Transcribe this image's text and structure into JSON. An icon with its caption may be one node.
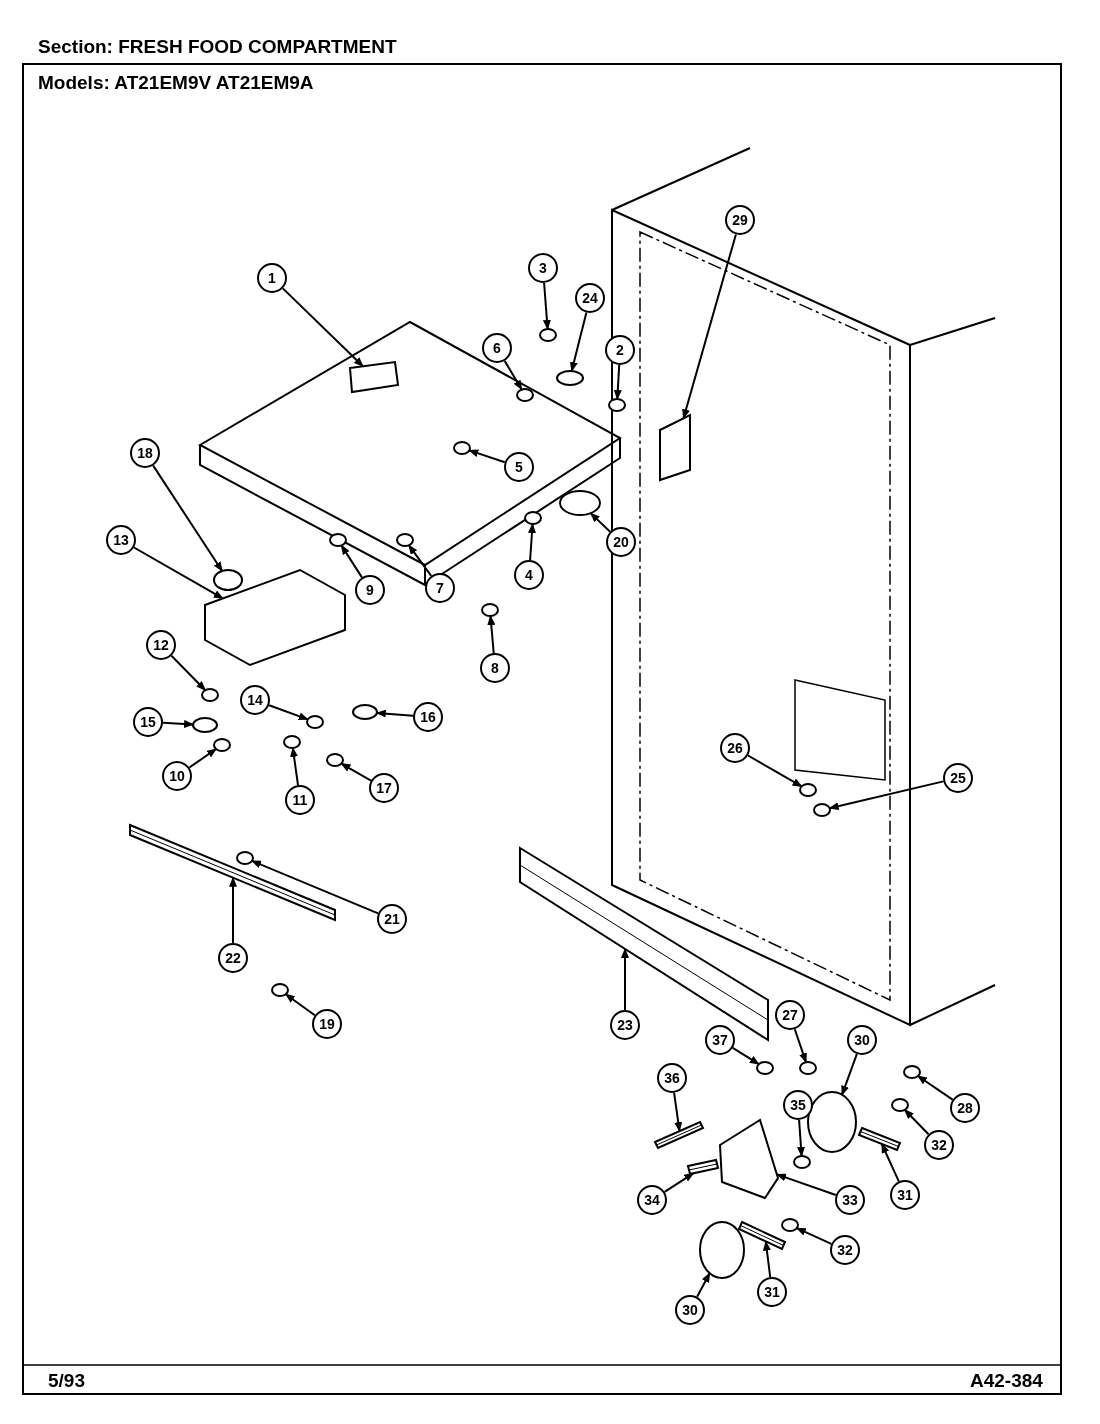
{
  "diagram": {
    "title": "Section: FRESH FOOD COMPARTMENT",
    "nodes": [
      {
        "text": [
          "1"
        ]
      },
      {
        "text": [
          "3"
        ]
      },
      {
        "text": [
          "29"
        ]
      },
      {
        "text": [
          "24"
        ]
      },
      {
        "text": [
          "6"
        ]
      },
      {
        "text": [
          "2"
        ]
      },
      {
        "text": [
          "18"
        ]
      },
      {
        "text": [
          "5"
        ]
      },
      {
        "text": [
          "13"
        ]
      },
      {
        "text": [
          "20"
        ]
      },
      {
        "text": [
          "4"
        ]
      },
      {
        "text": [
          "9"
        ]
      },
      {
        "text": [
          "7"
        ]
      },
      {
        "text": [
          "12"
        ]
      },
      {
        "text": [
          "8"
        ]
      },
      {
        "text": [
          "14"
        ]
      },
      {
        "text": [
          "16"
        ]
      },
      {
        "text": [
          "15"
        ]
      },
      {
        "text": [
          "26"
        ]
      },
      {
        "text": [
          "10"
        ]
      },
      {
        "text": [
          "11"
        ]
      },
      {
        "text": [
          "17"
        ]
      },
      {
        "text": [
          "25"
        ]
      },
      {
        "text": [
          "21"
        ]
      },
      {
        "text": [
          "22"
        ]
      },
      {
        "text": [
          "27"
        ]
      },
      {
        "text": [
          "19"
        ]
      },
      {
        "text": [
          "23"
        ]
      },
      {
        "text": [
          "30"
        ]
      },
      {
        "text": [
          "37"
        ]
      },
      {
        "text": [
          "36"
        ]
      },
      {
        "text": [
          "35"
        ]
      },
      {
        "text": [
          "28"
        ]
      },
      {
        "text": [
          "32"
        ]
      },
      {
        "text": [
          "31"
        ]
      },
      {
        "text": [
          "33"
        ]
      },
      {
        "text": [
          "34"
        ]
      },
      {
        "text": [
          "32"
        ]
      },
      {
        "text": [
          "31"
        ]
      },
      {
        "text": [
          "30"
        ]
      },
      {
        "text": [],
        "shape": "box"
      },
      {
        "text": [],
        "shape": "circle"
      },
      {
        "text": [],
        "shape": "box"
      },
      {
        "text": [],
        "shape": "circle"
      },
      {
        "text": [],
        "shape": "circle"
      },
      {
        "text": [],
        "shape": "circle"
      },
      {
        "text": [],
        "shape": "circle"
      },
      {
        "text": [],
        "shape": "circle"
      },
      {
        "text": [],
        "shape": "box"
      },
      {
        "text": [],
        "shape": "circle"
      },
      {
        "text": [],
        "shape": "circle"
      },
      {
        "text": [],
        "shape": "circle"
      },
      {
        "text": [],
        "shape": "circle"
      },
      {
        "text": [],
        "shape": "circle"
      },
      {
        "text": [],
        "shape": "circle"
      },
      {
        "text": [],
        "shape": "circle"
      },
      {
        "text": [],
        "shape": "circle"
      },
      {
        "text": [],
        "shape": "circle"
      },
      {
        "text": [],
        "shape": "circle"
      },
      {
        "text": [],
        "shape": "circle"
      },
      {
        "text": [],
        "shape": "circle"
      },
      {
        "text": [],
        "shape": "circle"
      },
      {
        "text": [],
        "shape": "circle"
      },
      {
        "text": [],
        "shape": "circle"
      },
      {
        "text": [],
        "shape": "bar"
      },
      {
        "text": [],
        "shape": "circle"
      },
      {
        "text": [],
        "shape": "circle"
      },
      {
        "text": [],
        "shape": "bar"
      },
      {
        "text": [],
        "shape": "circle"
      },
      {
        "text": [],
        "shape": "circle"
      },
      {
        "text": [],
        "shape": "bar"
      },
      {
        "text": [],
        "shape": "circle"
      },
      {
        "text": [],
        "shape": "circle"
      },
      {
        "text": [],
        "shape": "circle"
      },
      {
        "text": [],
        "shape": "bar"
      },
      {
        "text": [],
        "shape": "box"
      },
      {
        "text": [],
        "shape": "bar"
      },
      {
        "text": [],
        "shape": "circle"
      },
      {
        "text": [],
        "shape": "bar"
      },
      {
        "text": [],
        "shape": "circle"
      }
    ],
    "edges": [
      {
        "from": 0,
        "to": 40,
        "arrow": "to"
      },
      {
        "from": 1,
        "to": 41,
        "arrow": "to"
      },
      {
        "from": 2,
        "to": 42,
        "arrow": "to"
      },
      {
        "from": 3,
        "to": 43,
        "arrow": "to"
      },
      {
        "from": 4,
        "to": 44,
        "arrow": "to"
      },
      {
        "from": 5,
        "to": 45,
        "arrow": "to"
      },
      {
        "from": 6,
        "to": 46,
        "arrow": "to"
      },
      {
        "from": 7,
        "to": 47,
        "arrow": "to"
      },
      {
        "from": 8,
        "to": 48,
        "arrow": "to"
      },
      {
        "from": 9,
        "to": 49,
        "arrow": "to"
      },
      {
        "from": 10,
        "to": 50,
        "arrow": "to"
      },
      {
        "from": 11,
        "to": 51,
        "arrow": "to"
      },
      {
        "from": 12,
        "to": 52,
        "arrow": "to"
      },
      {
        "from": 13,
        "to": 53,
        "arrow": "to"
      },
      {
        "from": 14,
        "to": 54,
        "arrow": "to"
      },
      {
        "from": 15,
        "to": 55,
        "arrow": "to"
      },
      {
        "from": 16,
        "to": 56,
        "arrow": "to"
      },
      {
        "from": 17,
        "to": 57,
        "arrow": "to"
      },
      {
        "from": 18,
        "to": 58,
        "arrow": "to"
      },
      {
        "from": 19,
        "to": 59,
        "arrow": "to"
      },
      {
        "from": 20,
        "to": 60,
        "arrow": "to"
      },
      {
        "from": 21,
        "to": 61,
        "arrow": "to"
      },
      {
        "from": 22,
        "to": 62,
        "arrow": "to"
      },
      {
        "from": 23,
        "to": 63,
        "arrow": "to"
      },
      {
        "from": 24,
        "to": 64,
        "arrow": "to"
      },
      {
        "from": 25,
        "to": 65,
        "arrow": "to"
      },
      {
        "from": 26,
        "to": 66,
        "arrow": "to"
      },
      {
        "from": 27,
        "to": 67,
        "arrow": "to"
      },
      {
        "from": 28,
        "to": 68,
        "arrow": "to"
      },
      {
        "from": 29,
        "to": 69,
        "arrow": "to"
      },
      {
        "from": 30,
        "to": 70,
        "arrow": "to"
      },
      {
        "from": 31,
        "to": 71,
        "arrow": "to"
      },
      {
        "from": 32,
        "to": 72,
        "arrow": "to"
      },
      {
        "from": 33,
        "to": 73,
        "arrow": "to"
      },
      {
        "from": 34,
        "to": 74,
        "arrow": "to"
      },
      {
        "from": 35,
        "to": 75,
        "arrow": "to"
      },
      {
        "from": 36,
        "to": 76,
        "arrow": "to"
      },
      {
        "from": 37,
        "to": 77,
        "arrow": "to"
      },
      {
        "from": 38,
        "to": 78,
        "arrow": "to"
      },
      {
        "from": 39,
        "to": 79,
        "arrow": "to"
      }
    ],
    "labels": [
      "Models: AT21EM9V AT21EM9A",
      "5/93",
      "A42-384"
    ]
  }
}
